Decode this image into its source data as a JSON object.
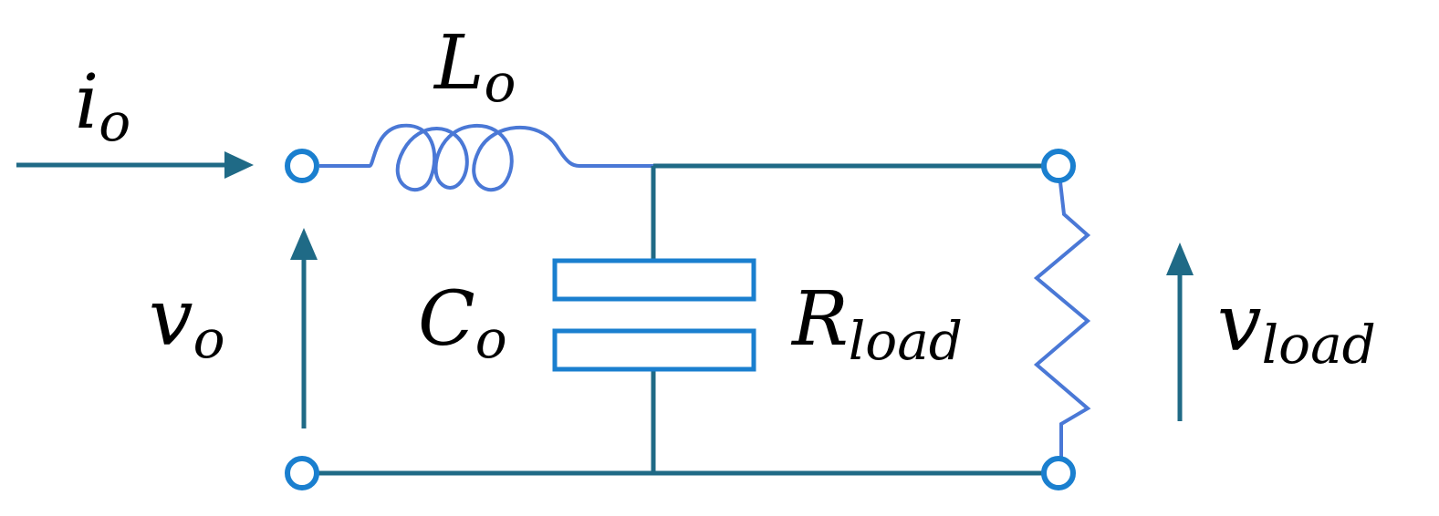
{
  "labels": {
    "i_o": {
      "main": "i",
      "sub": "o"
    },
    "L_o": {
      "main": "L",
      "sub": "o"
    },
    "v_o": {
      "main": "v",
      "sub": "o"
    },
    "C_o": {
      "main": "C",
      "sub": "o"
    },
    "R_load": {
      "main": "R",
      "sub": "load"
    },
    "v_load": {
      "main": "v",
      "sub": "load"
    }
  },
  "colors": {
    "wire": "#1f6a86",
    "component": "#4a78d6",
    "terminal": "#1a7fcf",
    "text": "#000000",
    "background": "#ffffff"
  }
}
